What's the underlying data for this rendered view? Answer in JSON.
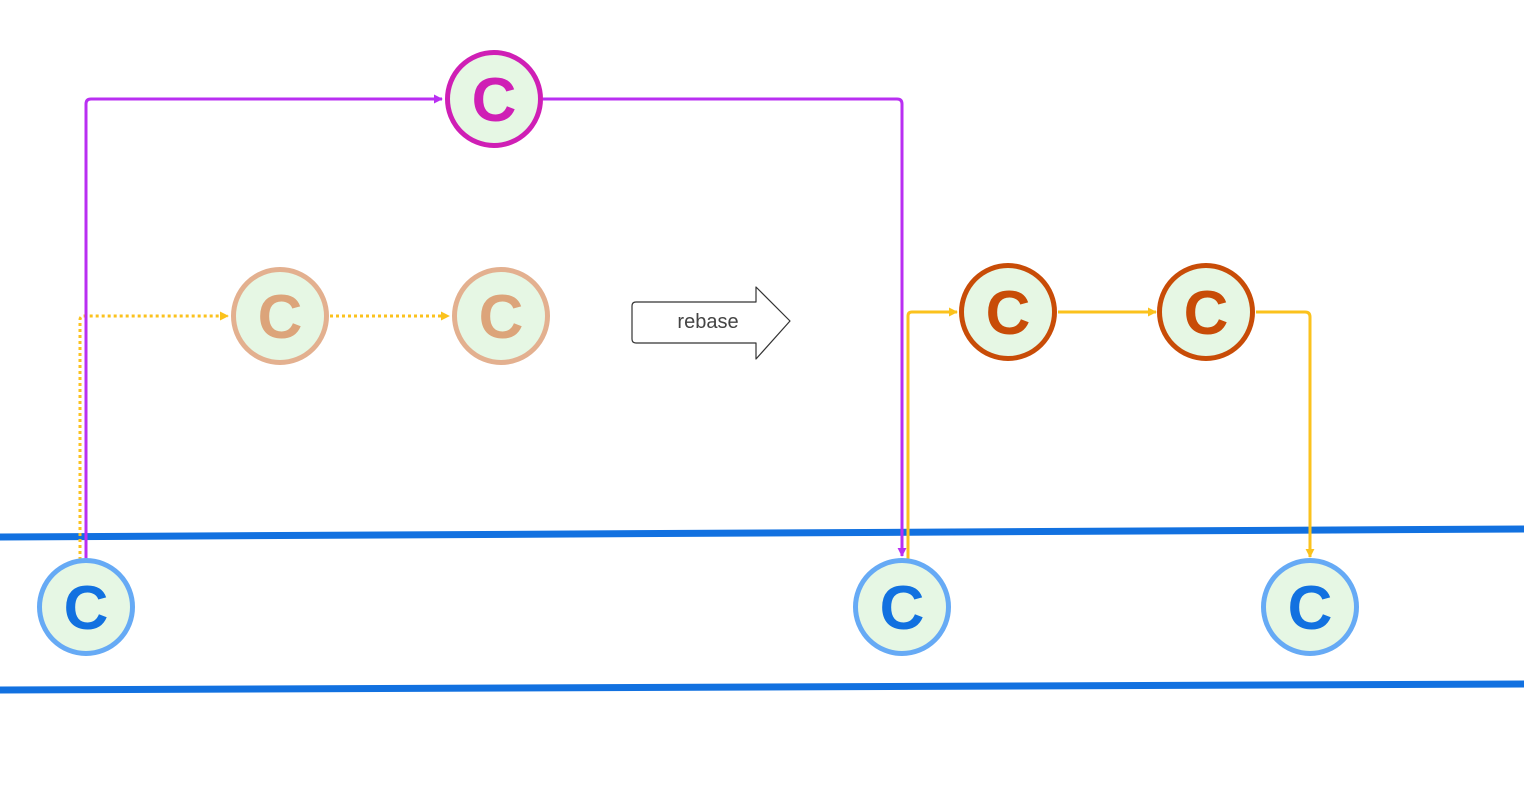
{
  "colors": {
    "background": "#ffffff",
    "node_fill": "#e6f7e4",
    "main_line": "#1271e0",
    "main_stroke": "#66aaf5",
    "main_text": "#1271e0",
    "feature_stroke": "#cf1fb5",
    "feature_text": "#cf1fb5",
    "feature_arrow": "#b92ff2",
    "ghost_stroke": "#e3b08f",
    "ghost_text": "#dca47a",
    "rebased_stroke": "#c84c07",
    "rebased_text": "#c84c07",
    "yellow_arrow": "#fbc21d",
    "block_arrow_stroke": "#333333"
  },
  "commit_glyph": "C",
  "rebase_label": "rebase",
  "nodes": {
    "main_1": "C",
    "main_2": "C",
    "main_3": "C",
    "feature": "C",
    "ghost_1": "C",
    "ghost_2": "C",
    "rebased_1": "C",
    "rebased_2": "C"
  }
}
